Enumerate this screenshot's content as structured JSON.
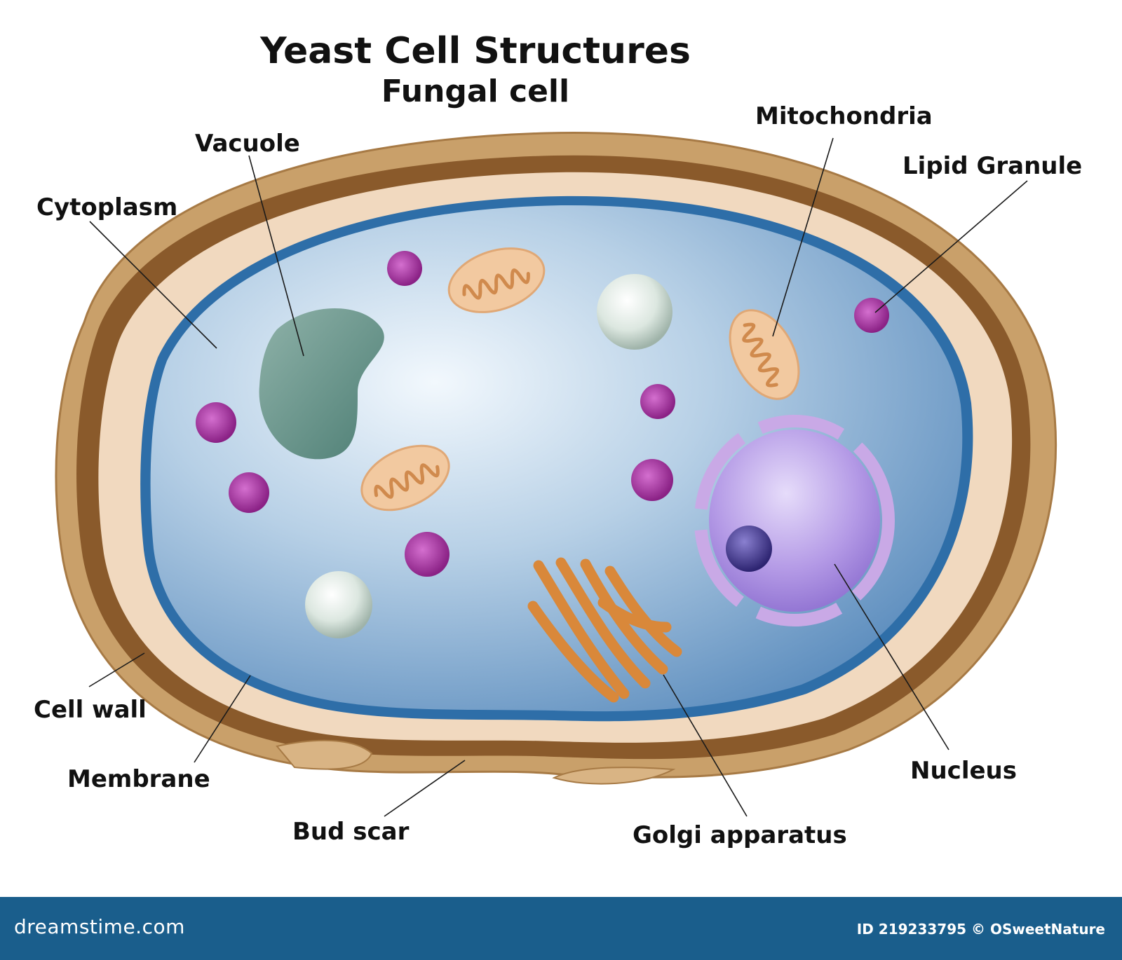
{
  "title": "Yeast Cell Structures",
  "subtitle": "Fungal cell",
  "labels": {
    "vacuole": "Vacuole",
    "cytoplasm": "Cytoplasm",
    "mitochondria": "Mitochondria",
    "lipid_granule": "Lipid Granule",
    "cell_wall": "Cell wall",
    "membrane": "Membrane",
    "bud_scar": "Bud scar",
    "golgi": "Golgi apparatus",
    "nucleus": "Nucleus"
  },
  "footer": {
    "logo": "dreamstime.com",
    "image_id": "ID 219233795 © OSweetNature"
  },
  "colors": {
    "cell_wall": "#c9a06a",
    "wall_dark": "#8a5a2b",
    "membrane_light": "#f1d9bf",
    "cytoplasm_edge": "#2e6ea8",
    "cytoplasm_center": "#e9f3fb",
    "vacuole": "#5f8f86",
    "granule": "#a0339a",
    "nucleus": "#9a7fd6",
    "mitochondria": "#f2c9a0",
    "golgi": "#d9883a",
    "footer": "#1a5e8c"
  }
}
